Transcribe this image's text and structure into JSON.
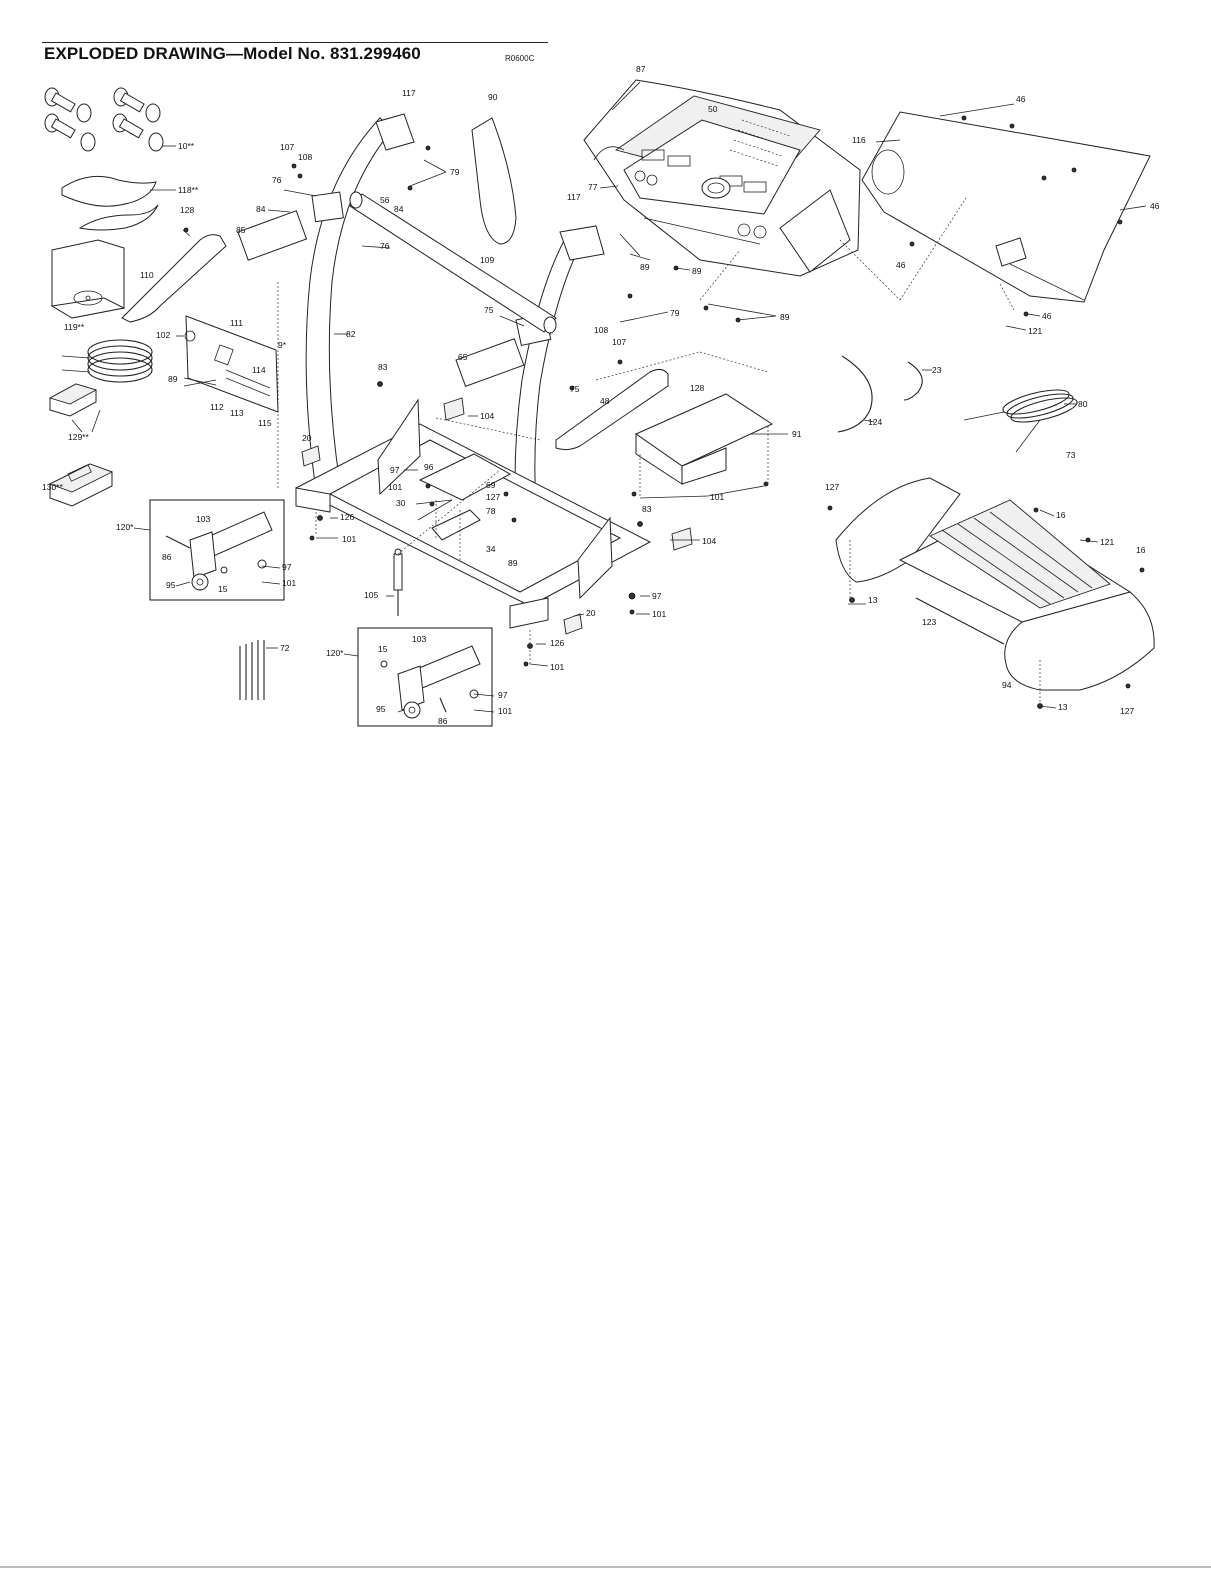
{
  "header": {
    "title": "EXPLODED DRAWING—Model No. 831.299460",
    "drawing_code": "R0600C"
  },
  "callouts": [
    "10**",
    "118**",
    "128",
    "110",
    "119**",
    "129**",
    "130**",
    "102",
    "111",
    "9*",
    "89",
    "112",
    "113",
    "114",
    "115",
    "107",
    "108",
    "76",
    "84",
    "85",
    "56",
    "84",
    "76",
    "117",
    "79",
    "82",
    "90",
    "109",
    "117",
    "79",
    "75",
    "108",
    "107",
    "65",
    "75",
    "83",
    "104",
    "20",
    "97",
    "96",
    "101",
    "30",
    "69",
    "127",
    "78",
    "34",
    "89",
    "126",
    "101",
    "105",
    "20",
    "48",
    "128",
    "91",
    "101",
    "83",
    "104",
    "97",
    "101",
    "126",
    "101",
    "87",
    "50",
    "77",
    "89",
    "89",
    "89",
    "116",
    "46",
    "46",
    "46",
    "46",
    "121",
    "23",
    "124",
    "80",
    "73",
    "127",
    "16",
    "121",
    "16",
    "13",
    "123",
    "94",
    "13",
    "127",
    "120*",
    "103",
    "86",
    "95",
    "15",
    "97",
    "101",
    "120*",
    "15",
    "103",
    "97",
    "95",
    "86",
    "101",
    "72"
  ]
}
